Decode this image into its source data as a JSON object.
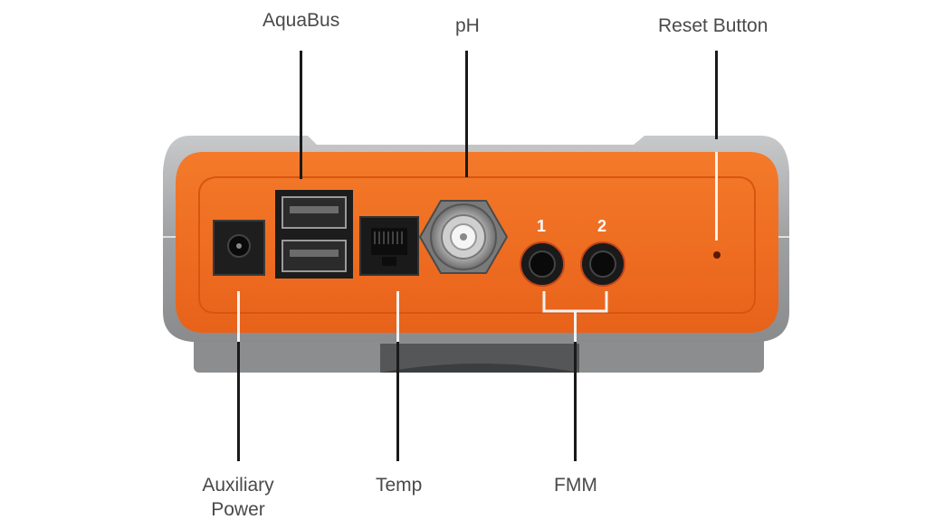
{
  "labels": {
    "aquabus": "AquaBus",
    "ph": "pH",
    "reset": "Reset Button",
    "aux_line1": "Auxiliary",
    "aux_line2": "Power",
    "temp": "Temp",
    "fmm": "FMM"
  },
  "port_numbers": {
    "fmm1": "1",
    "fmm2": "2"
  },
  "colors": {
    "housing_orange": "#f06b1c",
    "shell_gray": "#9b9c9e",
    "port_black": "#222222"
  }
}
